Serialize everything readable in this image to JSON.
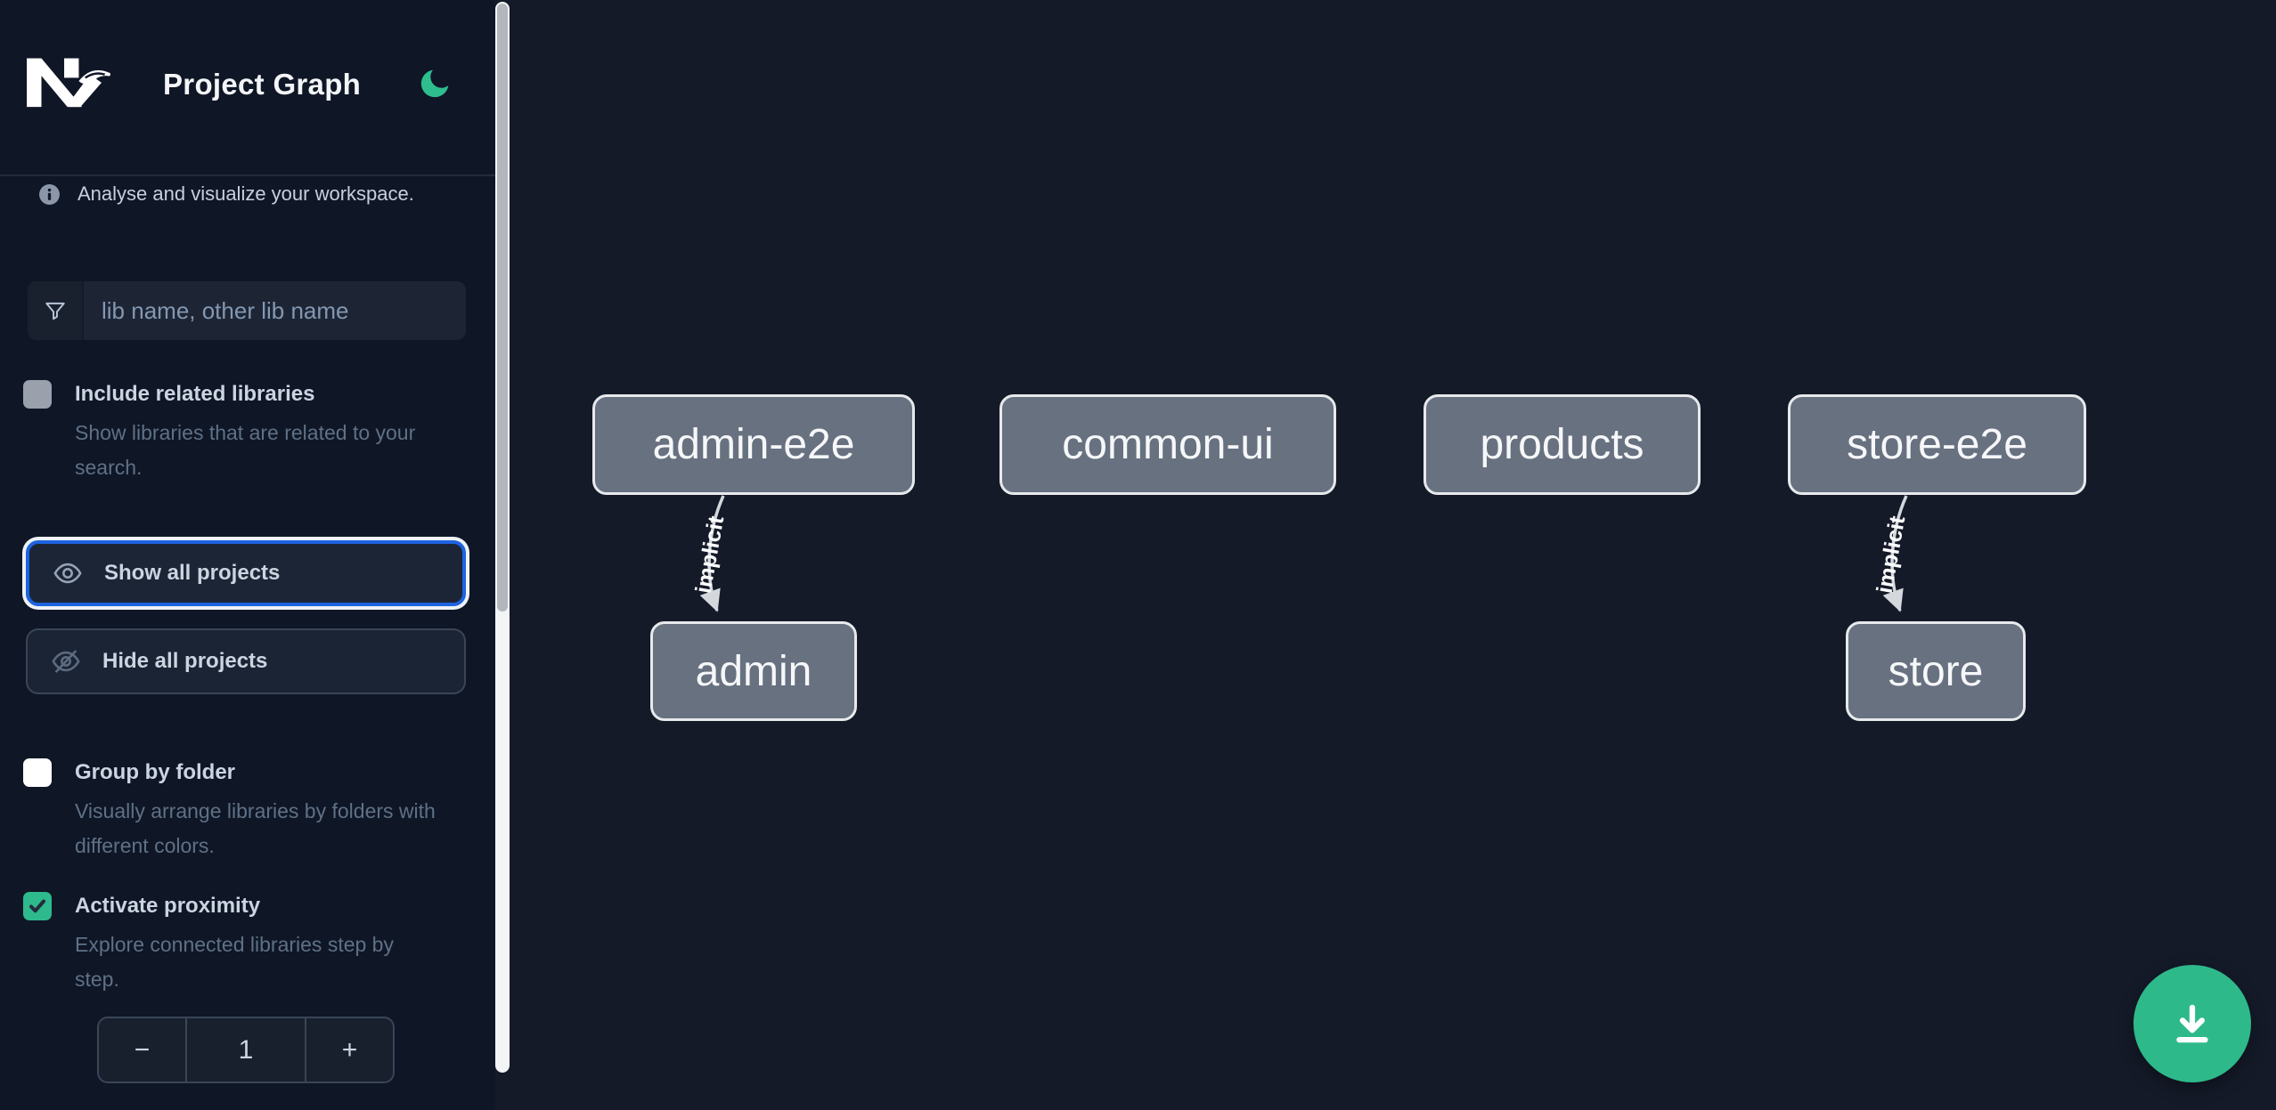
{
  "header": {
    "app_name": "Nx",
    "title": "Project Graph"
  },
  "sidebar": {
    "tagline": "Analyse and visualize your workspace.",
    "search": {
      "placeholder": "lib name, other lib name"
    },
    "toggles": [
      {
        "label": "Include related libraries",
        "description": "Show libraries that are related to your search.",
        "checked": false
      },
      {
        "label": "Group by folder",
        "description": "Visually arrange libraries by folders with different colors.",
        "checked": false
      },
      {
        "label": "Activate proximity",
        "description": "Explore connected libraries step by step.",
        "checked": true
      }
    ],
    "actions": [
      {
        "label": "Show all projects",
        "icon": "eye-icon",
        "focused": true
      },
      {
        "label": "Hide all projects",
        "icon": "eye-off-icon",
        "focused": false
      }
    ],
    "stepper": {
      "decrement_label": "−",
      "value": "1",
      "increment_label": "+"
    }
  },
  "graph": {
    "nodes": [
      {
        "label": "admin-e2e"
      },
      {
        "label": "common-ui"
      },
      {
        "label": "products"
      },
      {
        "label": "store-e2e"
      },
      {
        "label": "admin"
      },
      {
        "label": "store"
      }
    ],
    "edges": [
      {
        "label": "implicit",
        "from": "admin-e2e",
        "to": "admin"
      },
      {
        "label": "implicit",
        "from": "store-e2e",
        "to": "store"
      }
    ]
  },
  "colors": {
    "accent_green": "#2eba8c",
    "focus_blue": "#1d63e0",
    "node_fill": "#687180",
    "node_border": "#e7e9ec",
    "edge": "#d4d7dc",
    "sidebar_bg": "#0f1626",
    "canvas_bg": "#141a28"
  }
}
